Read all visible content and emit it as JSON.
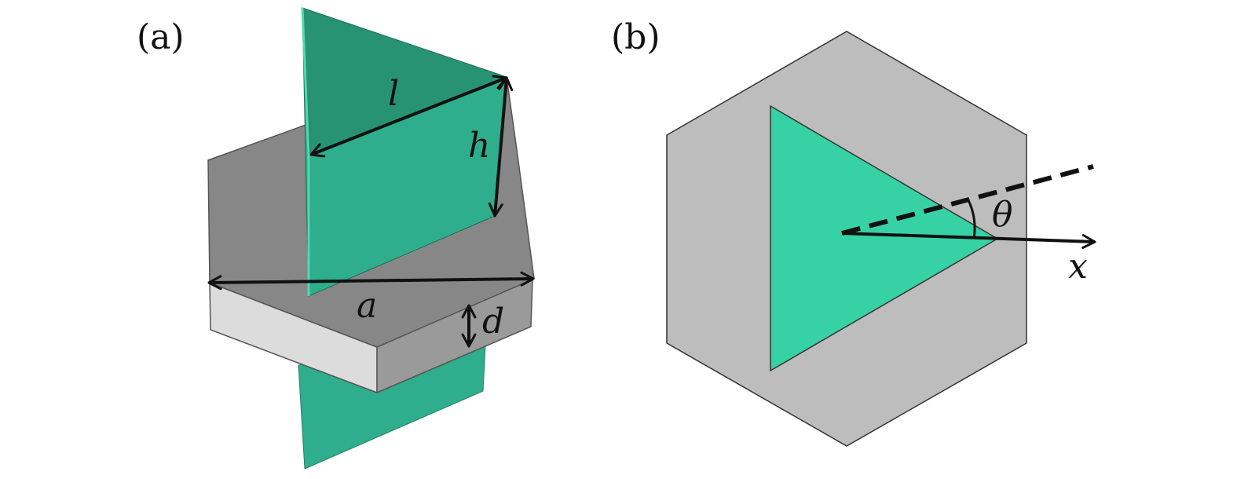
{
  "panels": [
    {
      "id": "a",
      "label": "(a)"
    },
    {
      "id": "b",
      "label": "(b)"
    }
  ],
  "labels": {
    "l": "l",
    "h": "h",
    "a": "a",
    "d": "d",
    "theta": "θ",
    "x": "x"
  },
  "colors": {
    "fin_front": "#2eae8c",
    "fin_back": "#289372",
    "fin_edge": "#55d7b0",
    "plate_top": "#878787",
    "plate_side_light": "#dcdcdc",
    "plate_side_dark": "#9a9a9a",
    "hexagon_topview": "#bdbdbd",
    "triangle_topview": "#37d1a6",
    "ink": "#111111"
  }
}
